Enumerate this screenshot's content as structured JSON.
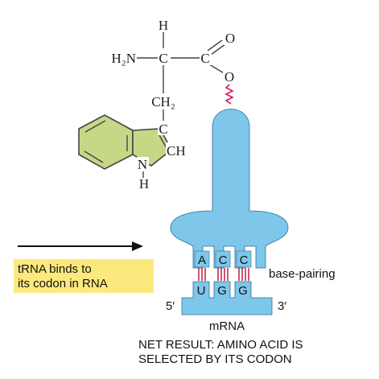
{
  "molecule": {
    "alpha_h": "H",
    "amino_group": "H₂N",
    "alpha_carbon": "C",
    "carboxyl_carbon": "C",
    "carbonyl_oxygen": "O",
    "ester_oxygen": "O",
    "methylene": "CH₂",
    "ring_carbon": "C",
    "ring_ch": "CH",
    "ring_nitrogen": "N",
    "ring_nh_h": "H"
  },
  "trna": {
    "anticodon_bases": [
      "A",
      "C",
      "C"
    ]
  },
  "mrna": {
    "codon_bases": [
      "U",
      "G",
      "G"
    ],
    "five_prime": "5′",
    "three_prime": "3′",
    "label": "mRNA"
  },
  "labels": {
    "base_pairing": "base-pairing",
    "callout_line1": "tRNA binds to",
    "callout_line2": "its codon in RNA",
    "net_result_line1": "NET RESULT: AMINO ACID  IS",
    "net_result_line2": "SELECTED BY ITS CODON"
  },
  "colors": {
    "trna_fill": "#7ec6ea",
    "mrna_fill": "#7ec6ea",
    "indole_fill": "#c6d886",
    "callout_fill": "#fce97e",
    "bond_line": "#444444",
    "linkage": "#e0115f",
    "pair_bars": "#b0103c"
  }
}
